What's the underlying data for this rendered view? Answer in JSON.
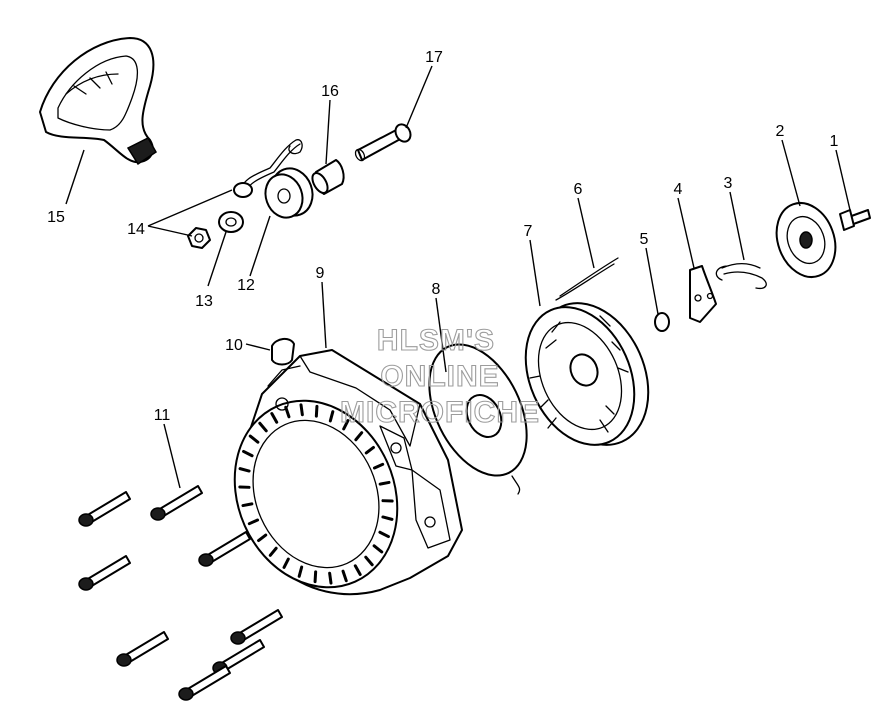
{
  "watermark": [
    "HLSM'S",
    "ONLINE",
    "MICROFICHE"
  ],
  "callouts": {
    "c1": "1",
    "c2": "2",
    "c3": "3",
    "c4": "4",
    "c5": "5",
    "c6": "6",
    "c7": "7",
    "c8": "8",
    "c9": "9",
    "c10": "10",
    "c11": "11",
    "c12": "12",
    "c13": "13",
    "c14": "14",
    "c15": "15",
    "c16": "16",
    "c17": "17"
  }
}
